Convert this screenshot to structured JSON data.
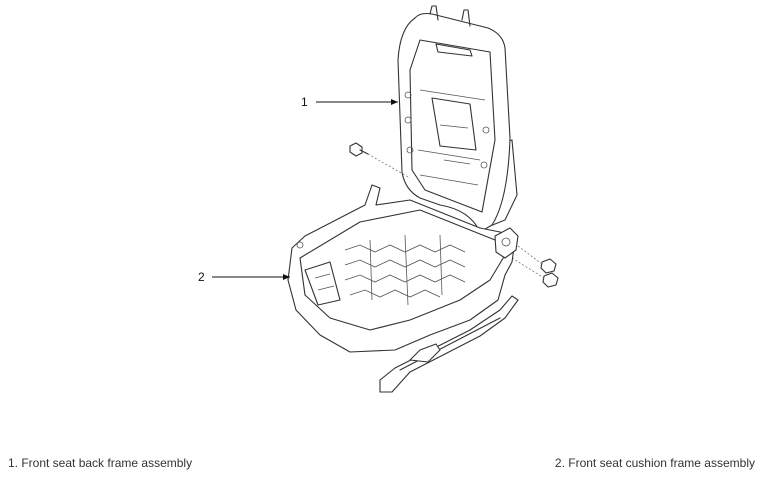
{
  "callouts": [
    {
      "number": "1"
    },
    {
      "number": "2"
    }
  ],
  "captions": [
    {
      "text": "1. Front seat back frame assembly"
    },
    {
      "text": "2. Front seat cushion frame assembly"
    }
  ]
}
